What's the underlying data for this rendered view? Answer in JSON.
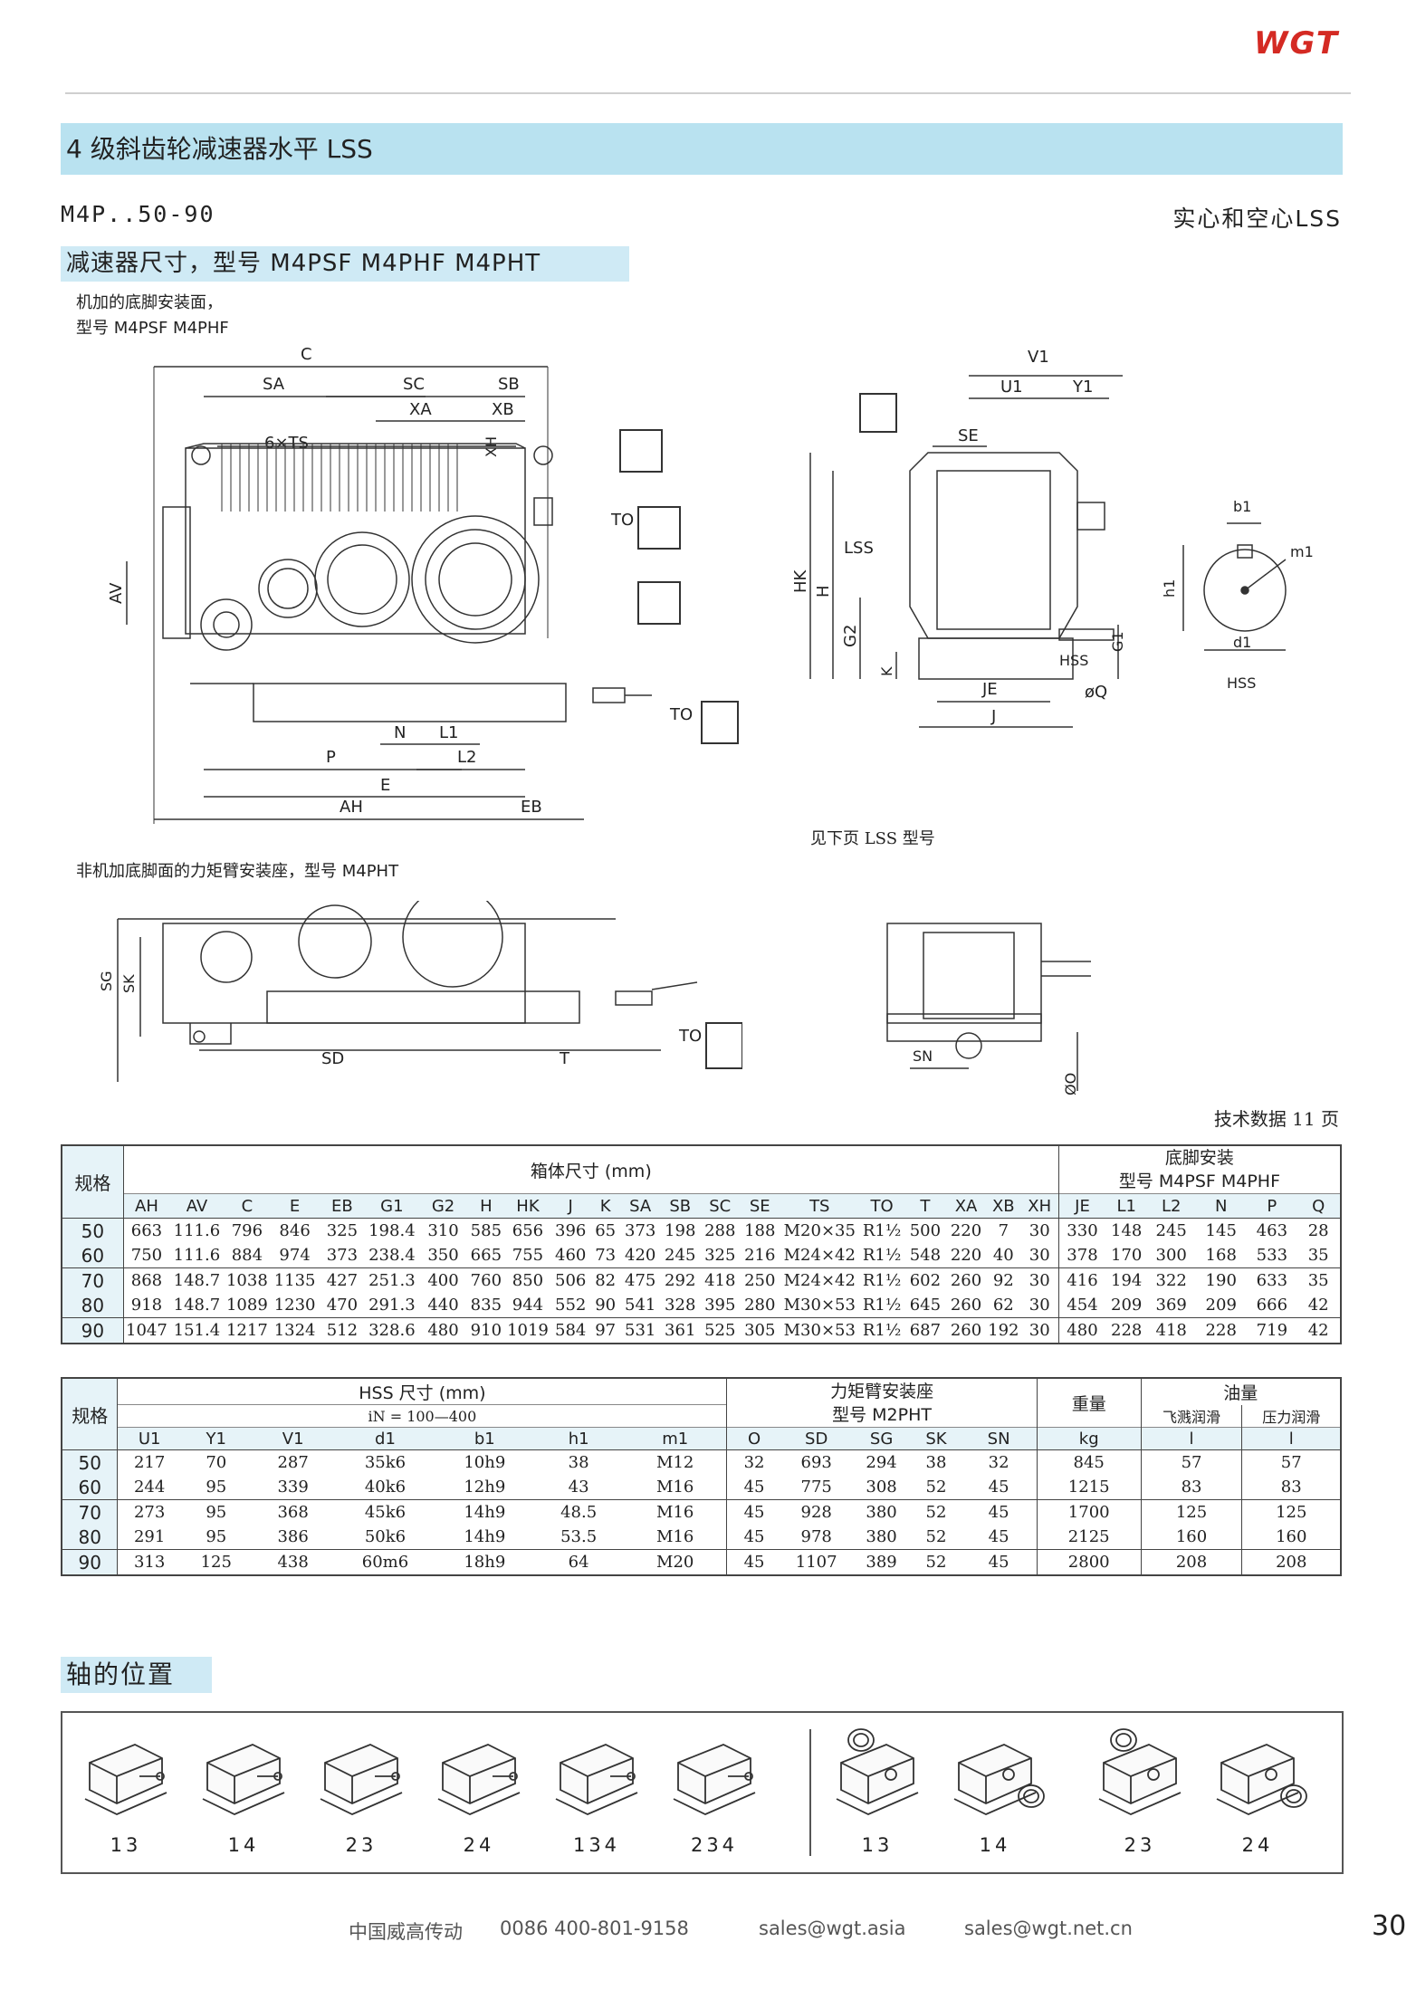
{
  "logo": "WGT",
  "title": "4 级斜齿轮减速器水平 LSS",
  "model_code": "M4P..50-90",
  "model_type": "实心和空心LSS",
  "section": "减速器尺寸，型号 M4PSF M4PHF M4PHT",
  "notes": {
    "machined_1": "机加的底脚安装面，",
    "machined_2": "型号 M4PSF  M4PHF",
    "see_next": "见下页 LSS 型号",
    "non_machined": "非机加底脚面的力矩臂安装座，型号 M4PHT",
    "tech_data": "技术数据 11 页"
  },
  "drawing_labels": {
    "C": "C",
    "SA": "SA",
    "SC": "SC",
    "SB": "SB",
    "XA": "XA",
    "XB": "XB",
    "TS": "6×TS",
    "XH": "XH",
    "TO": "TO",
    "AV": "AV",
    "N": "N",
    "L1": "L1",
    "L2": "L2",
    "P": "P",
    "E": "E",
    "AH": "AH",
    "EB": "EB",
    "V1": "V1",
    "U1": "U1",
    "Y1": "Y1",
    "SE": "SE",
    "LSS": "LSS",
    "HK": "HK",
    "H": "H",
    "G2": "G2",
    "K": "K",
    "HSS": "HSS",
    "G1": "G1",
    "JE": "JE",
    "J": "J",
    "Q": "øQ",
    "b1": "b1",
    "m1": "m1",
    "h1": "h1",
    "d1": "d1",
    "SG": "SG",
    "SK": "SK",
    "SD": "SD",
    "T": "T",
    "SN": "SN",
    "O": "ØO"
  },
  "table1": {
    "spec_label": "规格",
    "group1": "箱体尺寸 (mm)",
    "group2_line1": "底脚安装",
    "group2_line2": "型号 M4PSF M4PHF",
    "columns": [
      "AH",
      "AV",
      "C",
      "E",
      "EB",
      "G1",
      "G2",
      "H",
      "HK",
      "J",
      "K",
      "SA",
      "SB",
      "SC",
      "SE",
      "TS",
      "TO",
      "T",
      "XA",
      "XB",
      "XH",
      "JE",
      "L1",
      "L2",
      "N",
      "P",
      "Q"
    ],
    "rows": [
      {
        "spec": "50",
        "vals": [
          "663",
          "111.6",
          "796",
          "846",
          "325",
          "198.4",
          "310",
          "585",
          "656",
          "396",
          "65",
          "373",
          "198",
          "288",
          "188",
          "M20×35",
          "R1½",
          "500",
          "220",
          "7",
          "30",
          "330",
          "148",
          "245",
          "145",
          "463",
          "28"
        ]
      },
      {
        "spec": "60",
        "vals": [
          "750",
          "111.6",
          "884",
          "974",
          "373",
          "238.4",
          "350",
          "665",
          "755",
          "460",
          "73",
          "420",
          "245",
          "325",
          "216",
          "M24×42",
          "R1½",
          "548",
          "220",
          "40",
          "30",
          "378",
          "170",
          "300",
          "168",
          "533",
          "35"
        ]
      },
      {
        "spec": "70",
        "vals": [
          "868",
          "148.7",
          "1038",
          "1135",
          "427",
          "251.3",
          "400",
          "760",
          "850",
          "506",
          "82",
          "475",
          "292",
          "418",
          "250",
          "M24×42",
          "R1½",
          "602",
          "260",
          "92",
          "30",
          "416",
          "194",
          "322",
          "190",
          "633",
          "35"
        ]
      },
      {
        "spec": "80",
        "vals": [
          "918",
          "148.7",
          "1089",
          "1230",
          "470",
          "291.3",
          "440",
          "835",
          "944",
          "552",
          "90",
          "541",
          "328",
          "395",
          "280",
          "M30×53",
          "R1½",
          "645",
          "260",
          "62",
          "30",
          "454",
          "209",
          "369",
          "209",
          "666",
          "42"
        ]
      },
      {
        "spec": "90",
        "vals": [
          "1047",
          "151.4",
          "1217",
          "1324",
          "512",
          "328.6",
          "480",
          "910",
          "1019",
          "584",
          "97",
          "531",
          "361",
          "525",
          "305",
          "M30×53",
          "R1½",
          "687",
          "260",
          "192",
          "30",
          "480",
          "228",
          "418",
          "228",
          "719",
          "42"
        ]
      }
    ]
  },
  "table2": {
    "spec_label": "规格",
    "group1": "HSS 尺寸 (mm)",
    "ratio": "iN = 100—400",
    "group2_line1": "力矩臂安装座",
    "group2_line2": "型号 M2PHT",
    "weight": "重量",
    "oil": "油量",
    "oil_splash": "飞溅润滑",
    "oil_pressure": "压力润滑",
    "columns": [
      "U1",
      "Y1",
      "V1",
      "d1",
      "b1",
      "h1",
      "m1",
      "O",
      "SD",
      "SG",
      "SK",
      "SN",
      "kg",
      "l",
      "l"
    ],
    "rows": [
      {
        "spec": "50",
        "vals": [
          "217",
          "70",
          "287",
          "35k6",
          "10h9",
          "38",
          "M12",
          "32",
          "693",
          "294",
          "38",
          "32",
          "845",
          "57",
          "57"
        ]
      },
      {
        "spec": "60",
        "vals": [
          "244",
          "95",
          "339",
          "40k6",
          "12h9",
          "43",
          "M16",
          "45",
          "775",
          "308",
          "52",
          "45",
          "1215",
          "83",
          "83"
        ]
      },
      {
        "spec": "70",
        "vals": [
          "273",
          "95",
          "368",
          "45k6",
          "14h9",
          "48.5",
          "M16",
          "45",
          "928",
          "380",
          "52",
          "45",
          "1700",
          "125",
          "125"
        ]
      },
      {
        "spec": "80",
        "vals": [
          "291",
          "95",
          "386",
          "50k6",
          "14h9",
          "53.5",
          "M16",
          "45",
          "978",
          "380",
          "52",
          "45",
          "2125",
          "160",
          "160"
        ]
      },
      {
        "spec": "90",
        "vals": [
          "313",
          "125",
          "438",
          "60m6",
          "18h9",
          "64",
          "M20",
          "45",
          "1107",
          "389",
          "52",
          "45",
          "2800",
          "208",
          "208"
        ]
      }
    ]
  },
  "shaft_positions": {
    "title": "轴的位置",
    "items": [
      "13",
      "14",
      "23",
      "24",
      "134",
      "234",
      "13",
      "14",
      "23",
      "24"
    ]
  },
  "footer": {
    "company": "中国威高传动",
    "phone": "0086  400-801-9158",
    "email1": "sales@wgt.asia",
    "email2": "sales@wgt.net.cn",
    "page": "30"
  }
}
